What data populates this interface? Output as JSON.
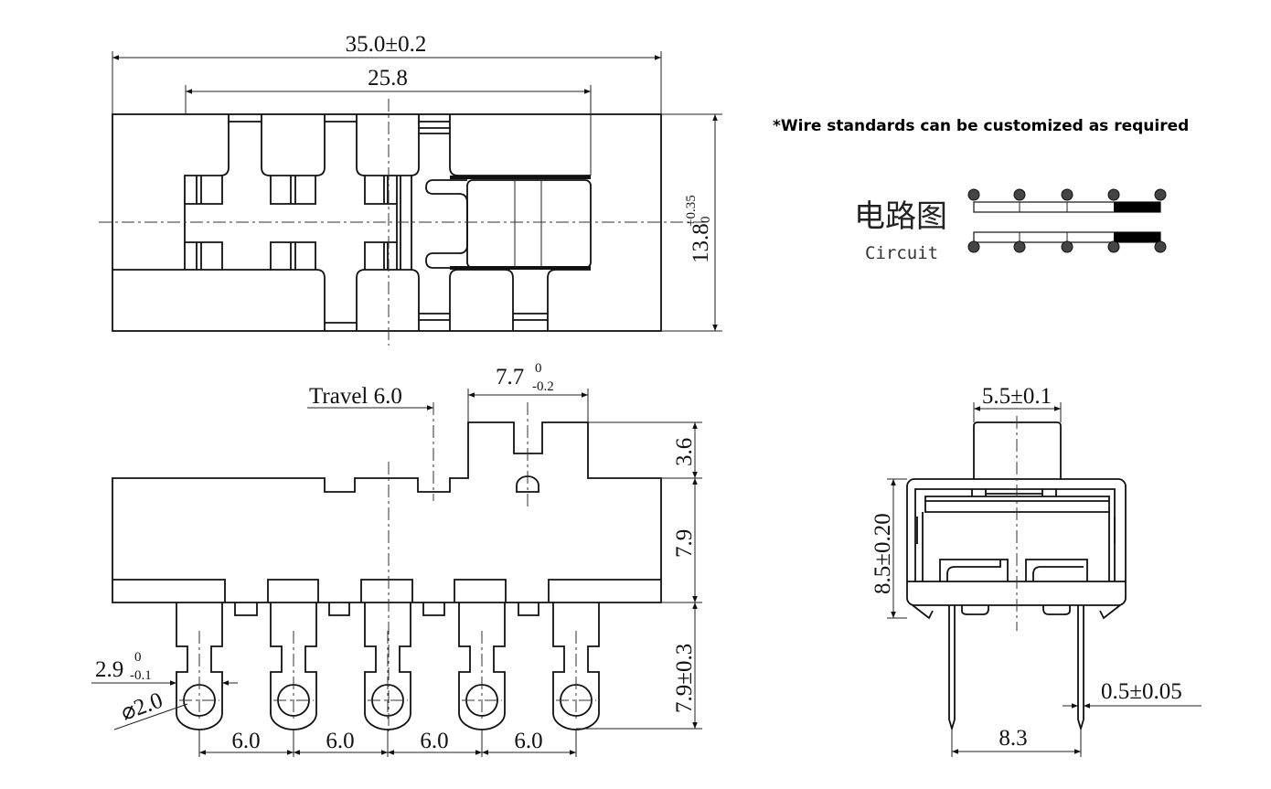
{
  "note": "*Wire standards can be customized as required",
  "circuit": {
    "title_cn": "电路图",
    "title_en": "Circuit",
    "positions": 5,
    "dot_color": "#444444"
  },
  "top_view": {
    "overall_length": "35.0±0.2",
    "pin_span": "25.8",
    "width": "13.8",
    "width_tol_upper": "+0.35",
    "width_tol_lower": "0"
  },
  "side_view": {
    "travel": "Travel 6.0",
    "knob_width": "7.7",
    "knob_width_tol_upper": "0",
    "knob_width_tol_lower": "-0.2",
    "knob_height": "3.6",
    "body_height": "7.9",
    "pin_length": "7.9±0.3",
    "pin_width": "2.9",
    "pin_width_tol_upper": "0",
    "pin_width_tol_lower": "-0.1",
    "hole_diameter": "⌀2.0",
    "pitch": [
      "6.0",
      "6.0",
      "6.0",
      "6.0"
    ]
  },
  "end_view": {
    "knob_width": "5.5±0.1",
    "height": "8.5±0.20",
    "pin_thickness": "0.5±0.05",
    "pin_spacing": "8.3"
  }
}
